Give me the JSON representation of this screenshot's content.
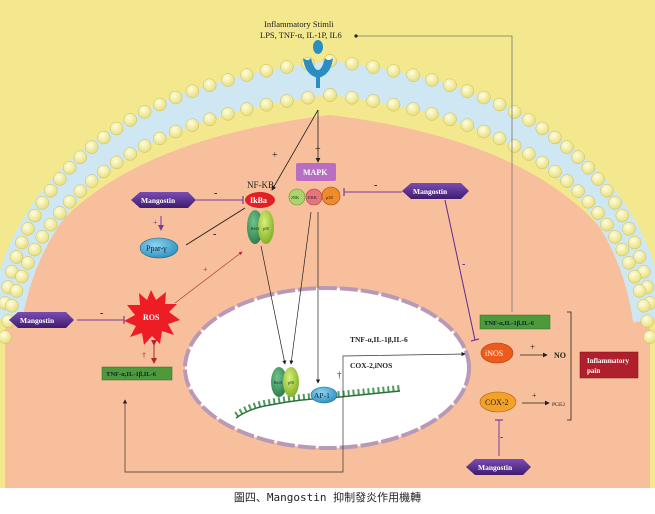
{
  "stimuli": {
    "line1": "Inflammatory Stimli",
    "line2": "LPS, TNF-α, IL-1P, IL6"
  },
  "nodes": {
    "nfkb_label": "NF-KB",
    "ikba": "IkBa",
    "rela": "RelA",
    "p50": "p50",
    "mapk": "MAPK",
    "jnk": "JNK",
    "erk": "ERK",
    "p38": "p38",
    "ppar": "Ppar-γ",
    "ros": "ROS",
    "ap1": "AP-1",
    "inos": "iNOS",
    "cox2": "COX-2",
    "no": "NO",
    "pge2": "PGE2",
    "pain": "Inflammatory pain",
    "pain_line1": "Inflammatory",
    "pain_line2": "pain"
  },
  "mangostin": [
    "Mangostin",
    "Mangostin",
    "Mangostin",
    "Mangostin"
  ],
  "cytokine_boxes": {
    "left": "TNF-α,IL-1β,IL-6",
    "right": "TNF-α,IL-1β,IL-6"
  },
  "nucleus_text": {
    "cytokines": "TNF-α,IL-1β,IL-6",
    "enzymes": "COX-2,iNOS"
  },
  "signs": {
    "plus": "+",
    "minus": "-",
    "dagger": "†"
  },
  "caption": "圖四、Mangostin 抑制發炎作用機轉",
  "colors": {
    "extracellular": "#f3e88e",
    "cytoplasm": "#f7bf9b",
    "membrane_head": "#f5f0a6",
    "membrane_tail": "#cfe6f3",
    "mangostin": "#5b2e8c",
    "ikba": "#e02126",
    "mapk": "#b96ec4",
    "cytokine_box": "#4c9a3c",
    "pain_box": "#b0202c",
    "inos": "#ee5a1c",
    "cox2": "#f4a12a",
    "ros": "#ee1c24"
  }
}
